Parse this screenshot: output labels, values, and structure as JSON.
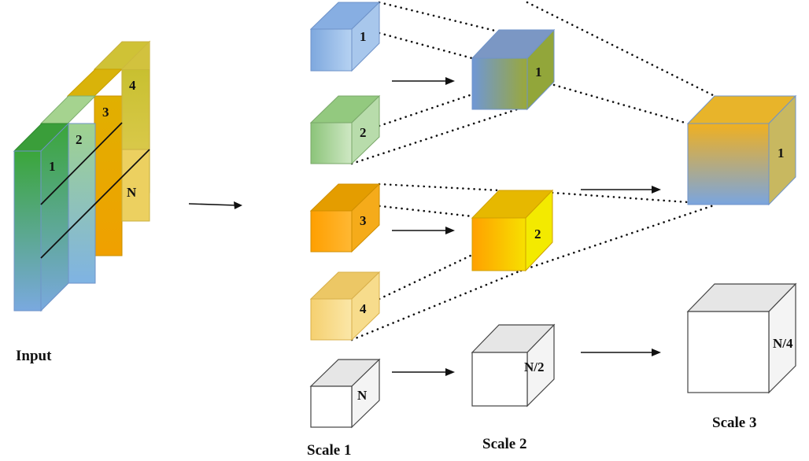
{
  "input": {
    "label": "Input",
    "slices": [
      {
        "label": "1",
        "color": "#3aa63a"
      },
      {
        "label": "2",
        "color": "#7fb3e3"
      },
      {
        "label": "3",
        "color": "#f0a500"
      },
      {
        "label": "4",
        "color": "#c9c030"
      },
      {
        "label": "N",
        "color": "#ecd060"
      }
    ]
  },
  "scales": [
    {
      "label": "Scale 1",
      "blocks": [
        {
          "label": "1",
          "color": "#9fc3ec"
        },
        {
          "label": "2",
          "color": "#9fd28f"
        },
        {
          "label": "3",
          "color": "#ffa500"
        },
        {
          "label": "4",
          "color": "#f6d77b"
        },
        {
          "label": "N",
          "color": "#ffffff"
        }
      ]
    },
    {
      "label": "Scale 2",
      "blocks": [
        {
          "label": "1",
          "color": "#8fae3a"
        },
        {
          "label": "2",
          "color": "#f5c600"
        },
        {
          "label": "N/2",
          "color": "#ffffff"
        }
      ]
    },
    {
      "label": "Scale 3",
      "blocks": [
        {
          "label": "1",
          "color": "#e6b830"
        },
        {
          "label": "N/4",
          "color": "#ffffff"
        }
      ]
    }
  ],
  "colors": {
    "outline_blue": "#6f93c9",
    "outline_green": "#7aa86a",
    "outline_orange": "#d08f00",
    "outline_gray": "#444444",
    "top_gray": "#e6e6e6"
  }
}
